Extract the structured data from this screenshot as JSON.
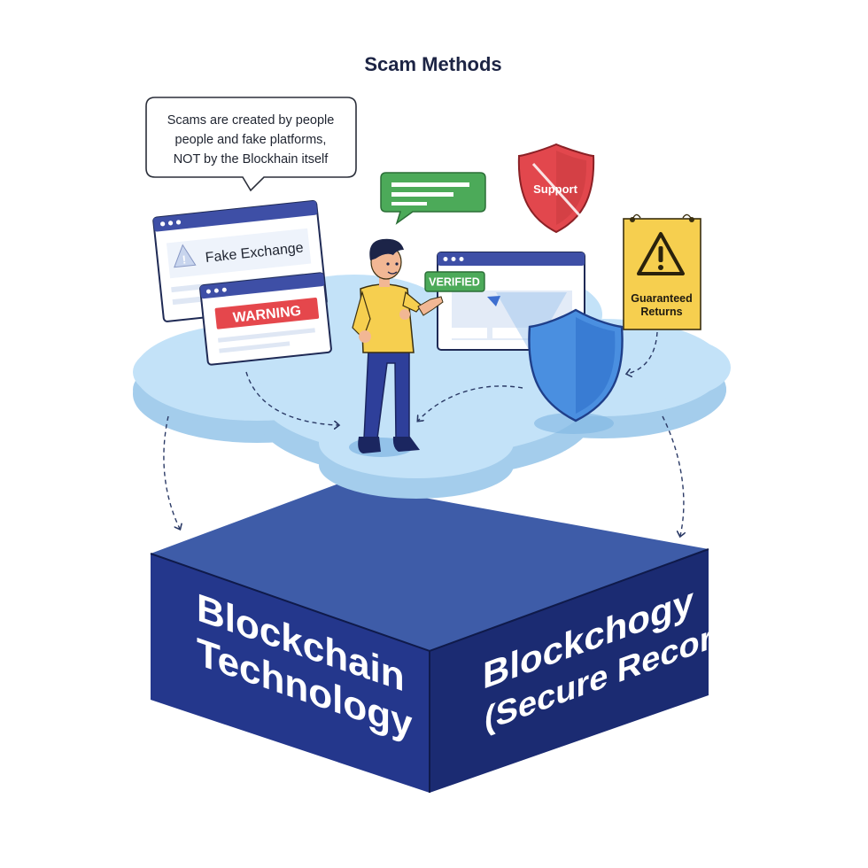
{
  "title": "Scam Methods",
  "callout": {
    "lines": [
      "Scams are created by people",
      "people and fake platforms,",
      "NOT by the Blockhain itself"
    ]
  },
  "fake_exchange_window": {
    "label": "Fake Exchange"
  },
  "warning_window": {
    "label": "WARNING"
  },
  "verified_badge": {
    "label": "VERIFIED"
  },
  "support_shield": {
    "label": "Support"
  },
  "guaranteed_sign": {
    "lines": [
      "Guaranteed",
      "Returns"
    ]
  },
  "block": {
    "front_lines": [
      "Blockchain",
      "Technology"
    ],
    "side_lines": [
      "Blockchogy",
      "(Secure Record)"
    ]
  },
  "colors": {
    "navy": "#1f2f7a",
    "navy_dark": "#16235e",
    "block_top": "#3e5ca8",
    "cloud": "#bfe0f7",
    "cloud_edge": "#a4cdec",
    "window_bar": "#3e4fa6",
    "warning_red": "#e5474c",
    "verified_green": "#4caa59",
    "shield_blue": "#4a8fe0",
    "support_red": "#e2474d",
    "sign_yellow": "#f6cf4f",
    "shirt_yellow": "#f6cf4f",
    "pants_blue": "#2e3f9a"
  }
}
